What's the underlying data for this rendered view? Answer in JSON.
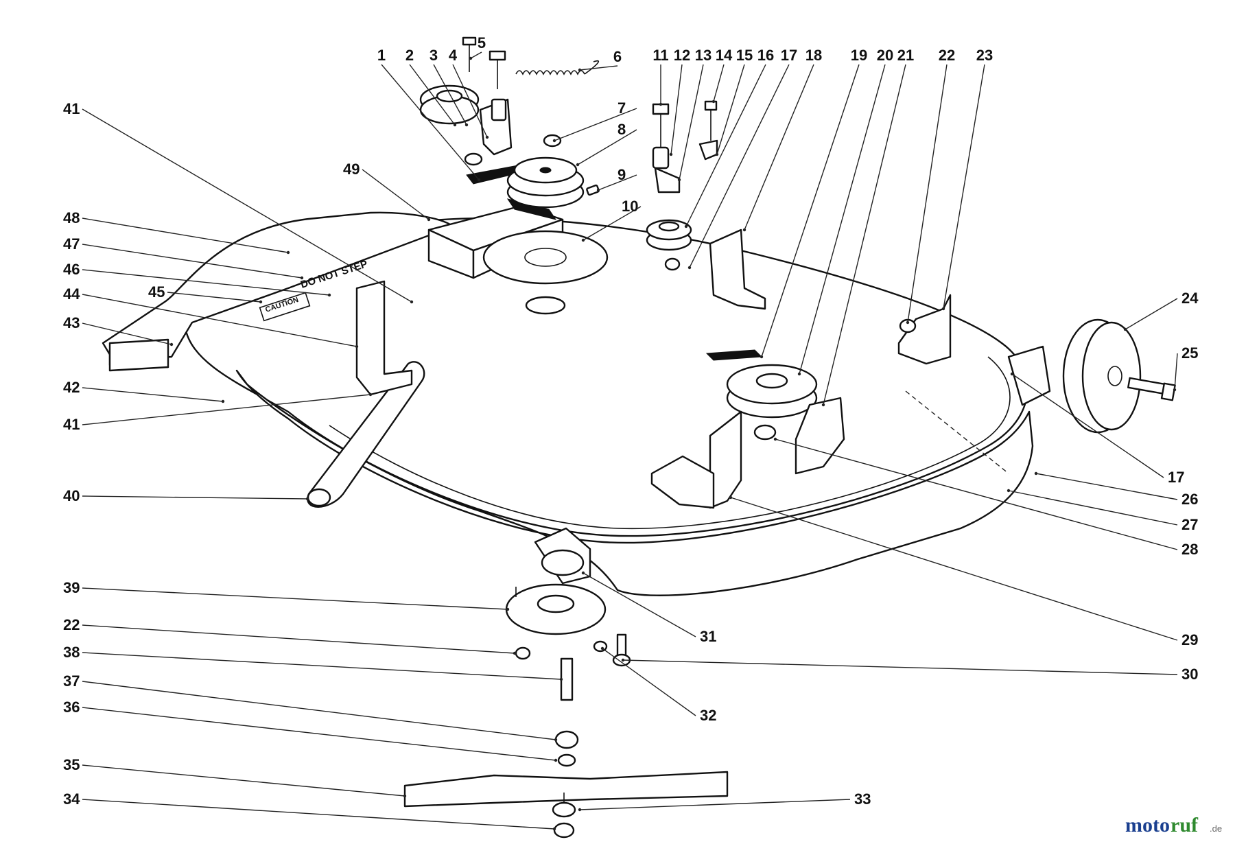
{
  "callouts": [
    {
      "id": "1",
      "text": "1"
    },
    {
      "id": "2",
      "text": "2"
    },
    {
      "id": "3",
      "text": "3"
    },
    {
      "id": "4",
      "text": "4"
    },
    {
      "id": "5",
      "text": "5"
    },
    {
      "id": "6",
      "text": "6"
    },
    {
      "id": "7",
      "text": "7"
    },
    {
      "id": "8",
      "text": "8"
    },
    {
      "id": "9",
      "text": "9"
    },
    {
      "id": "10",
      "text": "10"
    },
    {
      "id": "11",
      "text": "11"
    },
    {
      "id": "12",
      "text": "12"
    },
    {
      "id": "13",
      "text": "13"
    },
    {
      "id": "14",
      "text": "14"
    },
    {
      "id": "15",
      "text": "15"
    },
    {
      "id": "16",
      "text": "16"
    },
    {
      "id": "17a",
      "text": "17"
    },
    {
      "id": "18",
      "text": "18"
    },
    {
      "id": "19",
      "text": "19"
    },
    {
      "id": "20",
      "text": "20"
    },
    {
      "id": "21",
      "text": "21"
    },
    {
      "id": "22a",
      "text": "22"
    },
    {
      "id": "23",
      "text": "23"
    },
    {
      "id": "24",
      "text": "24"
    },
    {
      "id": "25",
      "text": "25"
    },
    {
      "id": "17b",
      "text": "17"
    },
    {
      "id": "26",
      "text": "26"
    },
    {
      "id": "27",
      "text": "27"
    },
    {
      "id": "28",
      "text": "28"
    },
    {
      "id": "29",
      "text": "29"
    },
    {
      "id": "30",
      "text": "30"
    },
    {
      "id": "31",
      "text": "31"
    },
    {
      "id": "32",
      "text": "32"
    },
    {
      "id": "33",
      "text": "33"
    },
    {
      "id": "34",
      "text": "34"
    },
    {
      "id": "35",
      "text": "35"
    },
    {
      "id": "36",
      "text": "36"
    },
    {
      "id": "37",
      "text": "37"
    },
    {
      "id": "38",
      "text": "38"
    },
    {
      "id": "22b",
      "text": "22"
    },
    {
      "id": "39",
      "text": "39"
    },
    {
      "id": "40",
      "text": "40"
    },
    {
      "id": "41b",
      "text": "41"
    },
    {
      "id": "42",
      "text": "42"
    },
    {
      "id": "43",
      "text": "43"
    },
    {
      "id": "44",
      "text": "44"
    },
    {
      "id": "45",
      "text": "45"
    },
    {
      "id": "46",
      "text": "46"
    },
    {
      "id": "47",
      "text": "47"
    },
    {
      "id": "48",
      "text": "48"
    },
    {
      "id": "49",
      "text": "49"
    },
    {
      "id": "41a",
      "text": "41"
    }
  ],
  "deck_labels": {
    "warning": "DO NOT STEP",
    "caution": "CAUTION"
  },
  "watermark": {
    "brand_left": "moto",
    "brand_right": "ruf",
    "suffix": ".de",
    "color_left": "#1a3f8f",
    "color_right": "#2f8a2f"
  }
}
